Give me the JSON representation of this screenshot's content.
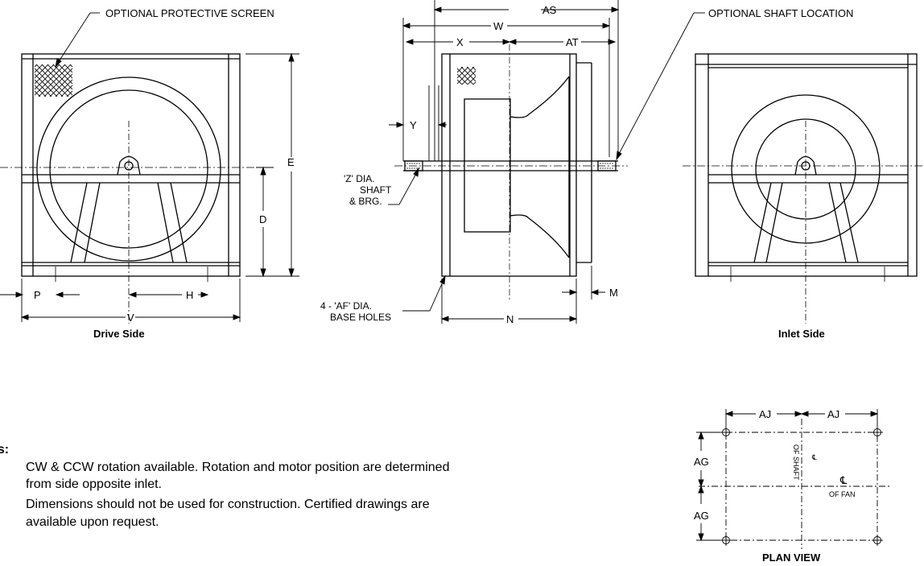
{
  "labels": {
    "optional_protective_screen": "OPTIONAL PROTECTIVE SCREEN",
    "optional_shaft_location": "OPTIONAL SHAFT LOCATION",
    "dim_as": "AS",
    "dim_w": "W",
    "dim_x": "X",
    "dim_at": "AT",
    "dim_y": "Y",
    "dim_e": "E",
    "dim_d": "D",
    "dim_p": "P",
    "dim_h": "H",
    "dim_v": "V",
    "dim_n": "N",
    "dim_m": "M",
    "shaft_line1": "'Z' DIA.",
    "shaft_line2": "SHAFT",
    "shaft_line3": "& BRG.",
    "holes_line1": "4 - 'AF' DIA.",
    "holes_line2": "BASE HOLES",
    "dim_aj_left": "AJ",
    "dim_aj_right": "AJ",
    "dim_ag_top": "AG",
    "dim_ag_bottom": "AG",
    "cl_shaft": "OF SHAFT",
    "cl_fan": "OF FAN",
    "cl_symbol": "℄"
  },
  "captions": {
    "drive_side": "Drive Side",
    "inlet_side": "Inlet Side",
    "plan_view": "PLAN VIEW"
  },
  "notes": {
    "heading": "es:",
    "line1": "CW & CCW rotation available. Rotation and motor position are determined",
    "line2": "from side opposite inlet.",
    "line3": "Dimensions should not be used for construction. Certified drawings are",
    "line4": "available upon request."
  }
}
